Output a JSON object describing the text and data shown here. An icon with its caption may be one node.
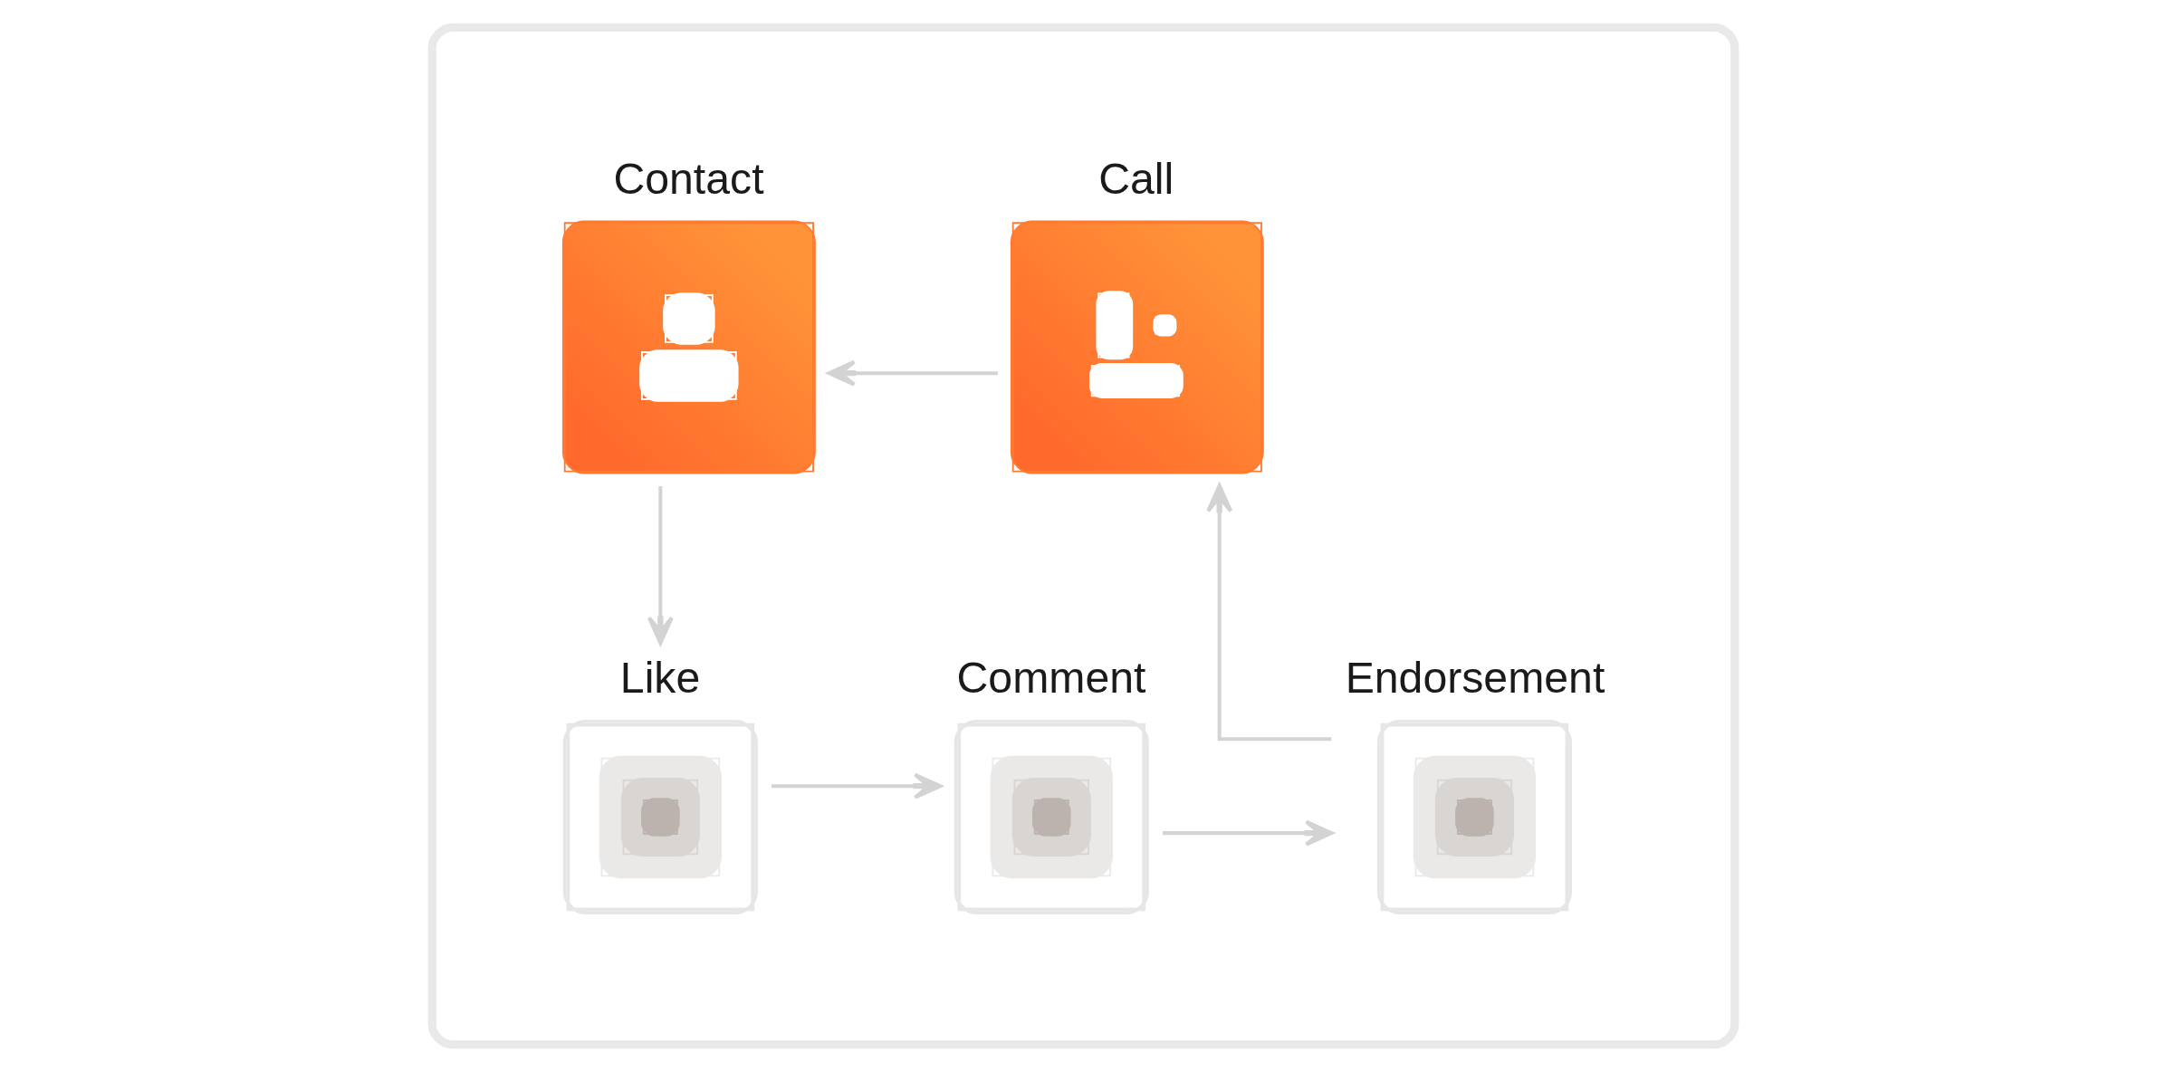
{
  "diagram": {
    "nodes": [
      {
        "text": [],
        "shape": "box"
      },
      {
        "text": [
          "Contact"
        ],
        "in": 0
      },
      {
        "text": [
          "Call"
        ],
        "in": 0
      },
      {
        "text": [
          "Like"
        ],
        "in": 0
      },
      {
        "text": [
          "Comment"
        ],
        "in": 0
      },
      {
        "text": [
          "Endorsement"
        ],
        "in": 0
      }
    ],
    "edges": [
      {
        "from": 2,
        "to": 1,
        "arrow": "to"
      },
      {
        "from": 1,
        "to": 3,
        "arrow": "to"
      },
      {
        "from": 3,
        "to": 4,
        "arrow": "to"
      },
      {
        "from": 4,
        "to": 5,
        "arrow": "to"
      },
      {
        "from": 5,
        "to": 2,
        "arrow": "to"
      }
    ]
  }
}
